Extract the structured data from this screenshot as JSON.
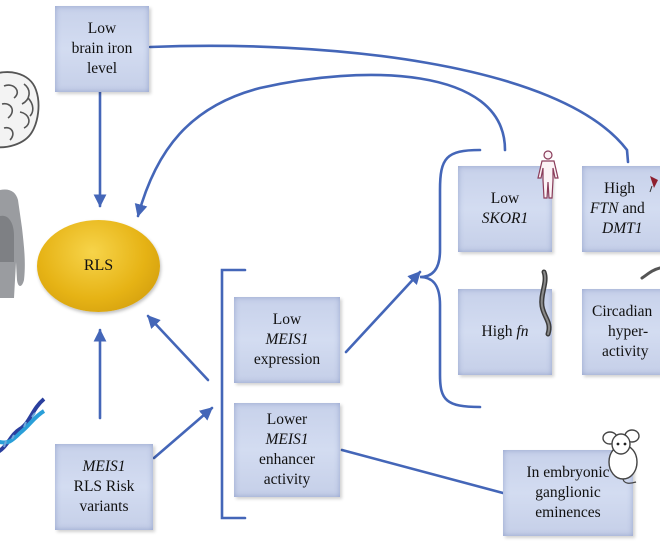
{
  "nodes": {
    "low_brain_iron": [
      "Low",
      "brain iron",
      "level"
    ],
    "rls": "RLS",
    "meis1_variants": {
      "line1": "MEIS1",
      "line2": "RLS Risk",
      "line3": "variants"
    },
    "low_meis1": {
      "line1": "Low",
      "line2": "MEIS1",
      "line3": "expression"
    },
    "lower_meis1_enhancer": {
      "line1": "Lower",
      "line2": "MEIS1",
      "line3": "enhancer",
      "line4": "activity"
    },
    "low_skor1": {
      "line1": "Low",
      "line2": "SKOR1"
    },
    "high_ftn_dmt1": {
      "line1": "High",
      "line2a": "FTN",
      "line2b": " and",
      "line3": "DMT1"
    },
    "high_fn": {
      "prefix": "High ",
      "italic": "fn"
    },
    "circadian": [
      "Circadian",
      "hyper-",
      "activity"
    ],
    "embryonic": [
      "In embryonic",
      "ganglionic",
      "eminences"
    ]
  },
  "icons": [
    "brain-icon",
    "human-silhouette-icon",
    "dna-helix-icon",
    "human-body-outline-icon",
    "fly-icon",
    "worm-icon",
    "mouse-icon"
  ],
  "colors": {
    "arrow": "#4466b8",
    "box_fill": "#cdd7ee",
    "rls_fill": "#e9b81a"
  }
}
